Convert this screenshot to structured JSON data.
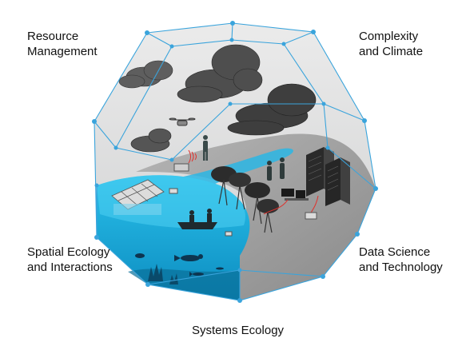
{
  "labels": {
    "resource_management": [
      "Resource",
      "Management"
    ],
    "complexity_climate": [
      "Complexity",
      "and Climate"
    ],
    "spatial_ecology": [
      "Spatial Ecology",
      "and Interactions"
    ],
    "data_science": [
      "Data Science",
      "and Technology"
    ],
    "systems_ecology": "Systems Ecology"
  },
  "colors": {
    "frame": "#3aa4dc",
    "node": "#3aa4dc",
    "water": "#1fb0e0",
    "water_deep": "#0e8fc2",
    "land": "#9a9a9a",
    "sky": "#d9dadb",
    "cloud": "#5c5c5c",
    "cable": "#e0312c"
  },
  "icons": [
    "cloud-icon",
    "drone-icon",
    "server-rack-icon",
    "boat-icon",
    "diver-icon",
    "mangrove-icon",
    "fish-cage-icon",
    "laptop-icon"
  ]
}
